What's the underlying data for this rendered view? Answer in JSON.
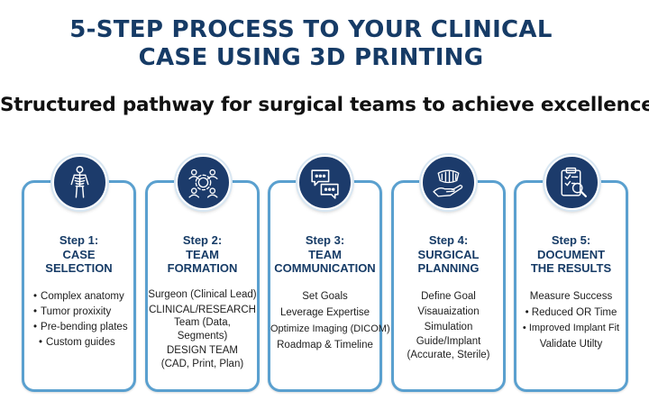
{
  "title": {
    "line1": "5-STEP PROCESS TO YOUR CLINICAL",
    "line2": "CASE USING 3D PRINTING"
  },
  "subtitle": "Structured pathway for surgical teams to achieve excellence",
  "colors": {
    "navy": "#163b66",
    "badge": "#1c3b6b",
    "border": "#5aa0cf"
  },
  "steps": [
    {
      "icon": "human-skeleton-icon",
      "heading": "Step 1:\nCASE\nSELECTION",
      "items": [
        "Complex anatomy",
        "Tumor proxixity",
        "Pre-bending plates",
        "Custom guides"
      ]
    },
    {
      "icon": "team-gears-icon",
      "heading": "Step 2:\nTEAM\nFORMATION",
      "items": [
        "Surgeon (Clinical Lead)",
        "CLINICAL/RESEARCH\nTeam (Data, Segments)",
        "DESIGN TEAM\n(CAD, Print, Plan)"
      ]
    },
    {
      "icon": "chat-bubbles-icon",
      "heading": "Step 3:\nTEAM\nCOMMUNICATION",
      "items": [
        "Set Goals",
        "Leverage Expertise",
        "Optimize Imaging (DICOM)",
        "Roadmap & Timeline"
      ]
    },
    {
      "icon": "hand-jaw-model-icon",
      "heading": "Step 4:\nSURGICAL\nPLANNING",
      "items": [
        "Define Goal",
        "Visauaization",
        "Simulation",
        "Guide/Implant\n(Accurate, Sterile)"
      ]
    },
    {
      "icon": "clipboard-magnifier-icon",
      "heading": "Step 5:\nDOCUMENT\nTHE RESULTS",
      "items": [
        "Measure Success",
        "• Reduced OR Time",
        "• Improved Implant Fit",
        "Validate Utilty"
      ]
    }
  ]
}
